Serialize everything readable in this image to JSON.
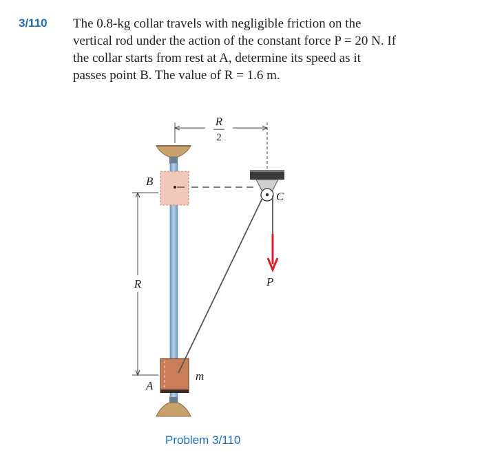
{
  "problem": {
    "number": "3/110",
    "text": "The 0.8-kg collar travels with negligible friction on the vertical rod under the action of the constant force P = 20 N. If the collar starts from rest at A, determine its speed as it passes point B. The value of R = 1.6 m."
  },
  "figure": {
    "label_R_num": "R",
    "label_R_den": "2",
    "label_B": "B",
    "label_C": "C",
    "label_R": "R",
    "label_P": "P",
    "label_m": "m",
    "label_A": "A",
    "colors": {
      "rod": "#8fb5d6",
      "collar_A": "#c97d59",
      "collar_B": "#f2c8b8",
      "mount": "#caa06c",
      "force_arrow": "#d6232a"
    }
  },
  "caption": "Problem 3/110"
}
